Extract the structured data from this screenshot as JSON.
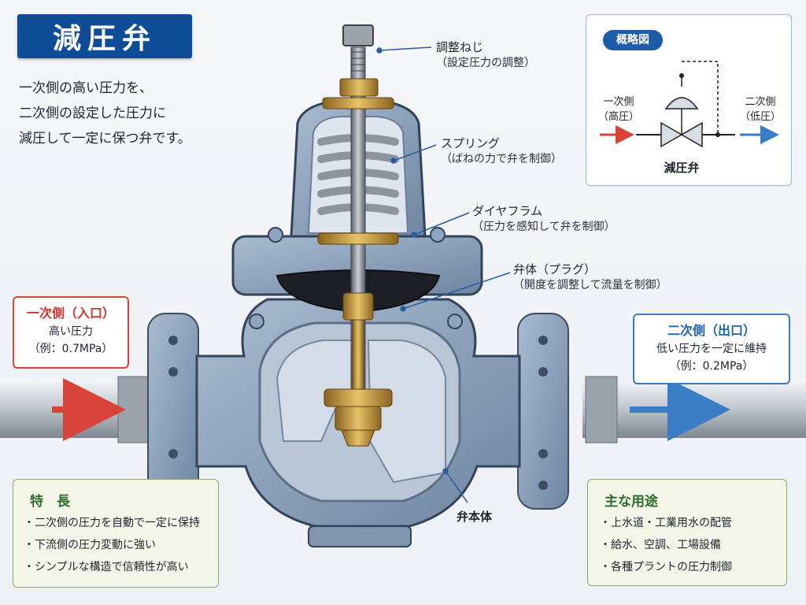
{
  "title": "減圧弁",
  "description": [
    "一次側の高い圧力を、",
    "二次側の設定した圧力に",
    "減圧して一定に保つ弁です。"
  ],
  "callouts": {
    "adjusting_screw": {
      "label": "調整ねじ",
      "sub": "（設定圧力の調整）"
    },
    "spring": {
      "label": "スプリング",
      "sub": "（ばねの力で弁を制御）"
    },
    "diaphragm": {
      "label": "ダイヤフラム",
      "sub": "（圧力を感知して弁を制御）"
    },
    "plug": {
      "label": "弁体（プラグ）",
      "sub": "（開度を調整して流量を制御）"
    },
    "body": {
      "label": "弁本体"
    }
  },
  "inlet": {
    "heading": "一次側（入口）",
    "line1": "高い圧力",
    "line2": "（例：0.7MPa）"
  },
  "outlet": {
    "heading": "二次側（出口）",
    "line1": "低い圧力を一定に維持",
    "line2": "（例：0.2MPa）"
  },
  "schematic": {
    "tag": "概略図",
    "left_label": "一次側",
    "left_sub": "（高圧）",
    "right_label": "二次側",
    "right_sub": "（低圧）",
    "caption": "減圧弁"
  },
  "features": {
    "heading": "特　長",
    "items": [
      "・二次側の圧力を自動で一定に保持",
      "・下流側の圧力変動に強い",
      "・シンプルな構造で信頼性が高い"
    ]
  },
  "uses": {
    "heading": "主な用途",
    "items": [
      "・上水道・工業用水の配管",
      "・給水、空調、工場設備",
      "・各種プラントの圧力制御"
    ]
  },
  "colors": {
    "title_bg": "#0f4c97",
    "inlet_red": "#d9443a",
    "outlet_blue": "#3b7cc6",
    "valve_body": "#8fa5bf",
    "brass": "#c89b3c",
    "feature_green": "#2f6b2a"
  }
}
